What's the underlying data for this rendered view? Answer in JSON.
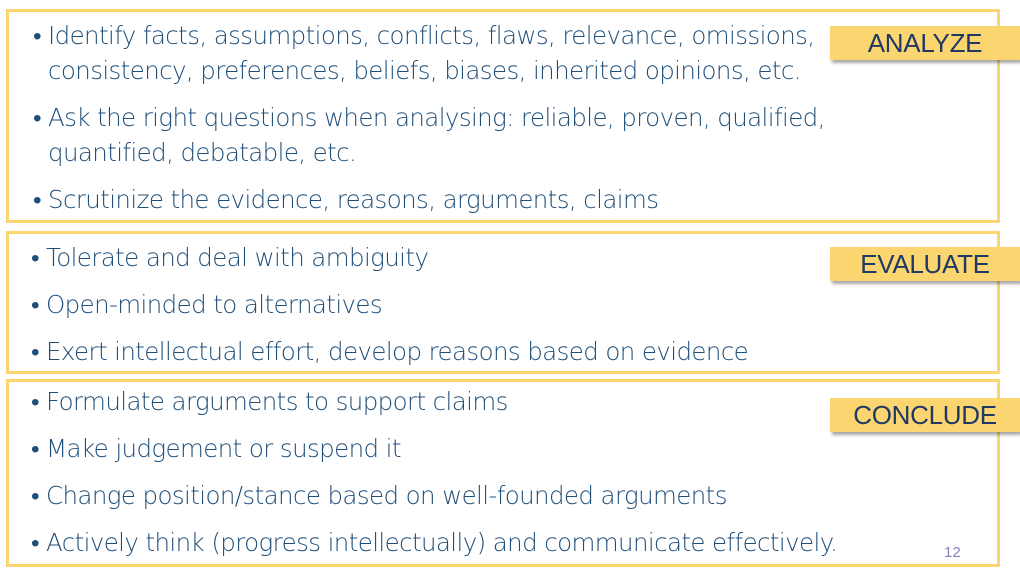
{
  "sections": [
    {
      "tag": "ANALYZE",
      "bullets": [
        "Identify facts, assumptions, conflicts, flaws, relevance, omissions, consistency, preferences, beliefs, biases, inherited opinions, etc.",
        "Ask the right questions when analysing: reliable, proven, qualified, quantified, debatable, etc.",
        "Scrutinize the evidence, reasons, arguments, claims"
      ]
    },
    {
      "tag": "EVALUATE",
      "bullets": [
        "Tolerate and deal with ambiguity",
        "Open-minded to alternatives",
        "Exert intellectual effort, develop reasons based on evidence"
      ]
    },
    {
      "tag": "CONCLUDE",
      "bullets": [
        "Formulate arguments to support claims",
        "Make judgement or suspend it",
        "Change position/stance based on well-founded arguments",
        "Actively think (progress intellectually) and communicate effectively."
      ]
    }
  ],
  "page_number": "12",
  "colors": {
    "border": "#fbd56f",
    "text": "#1f4e79",
    "tag_text": "#1f3864",
    "page_number": "#8e7cc3"
  }
}
